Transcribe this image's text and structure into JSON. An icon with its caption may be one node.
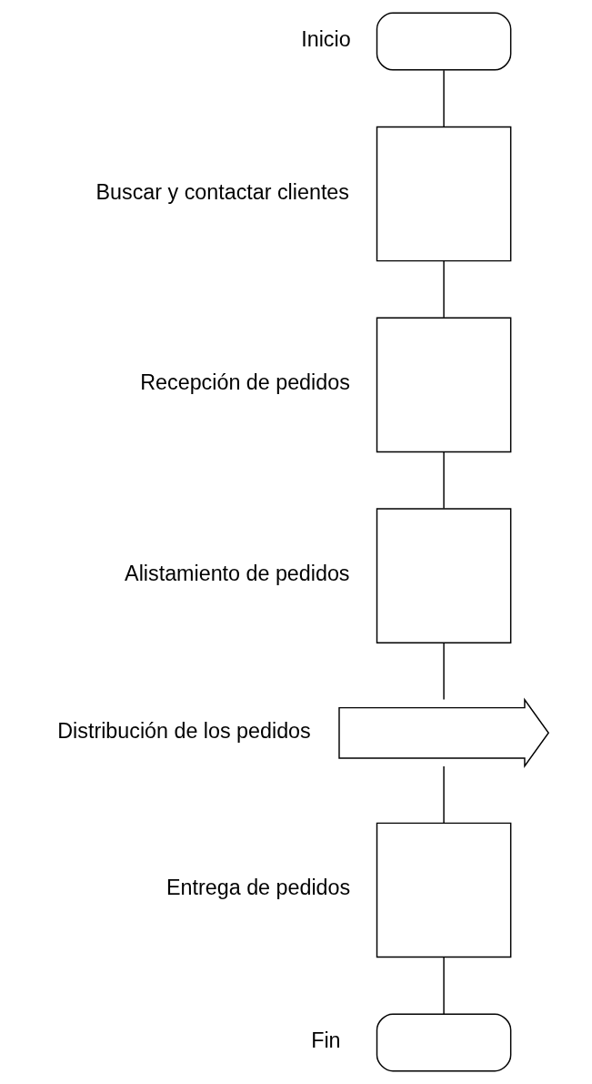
{
  "diagram": {
    "nodes": [
      {
        "text": [],
        "shape": "oval",
        "beside": [
          "Inicio"
        ]
      },
      {
        "text": [],
        "shape": "box",
        "beside": [
          "Buscar y contactar clientes"
        ]
      },
      {
        "text": [],
        "shape": "box",
        "beside": [
          "Recepción de pedidos"
        ]
      },
      {
        "text": [],
        "shape": "box",
        "beside": [
          "Alistamiento de pedidos"
        ]
      },
      {
        "text": [],
        "shape": "arrow",
        "beside": [
          "Distribución de los pedidos"
        ]
      },
      {
        "text": [],
        "shape": "box",
        "beside": [
          "Entrega de pedidos"
        ]
      },
      {
        "text": [],
        "shape": "oval",
        "beside": [
          "Fin"
        ]
      }
    ],
    "edges": [
      {
        "from": 0,
        "to": 1,
        "arrow": "none"
      },
      {
        "from": 1,
        "to": 2,
        "arrow": "none"
      },
      {
        "from": 2,
        "to": 3,
        "arrow": "none"
      },
      {
        "from": 3,
        "to": 4,
        "arrow": "none"
      },
      {
        "from": 4,
        "to": 5,
        "arrow": "none"
      },
      {
        "from": 5,
        "to": 6,
        "arrow": "none"
      }
    ]
  }
}
